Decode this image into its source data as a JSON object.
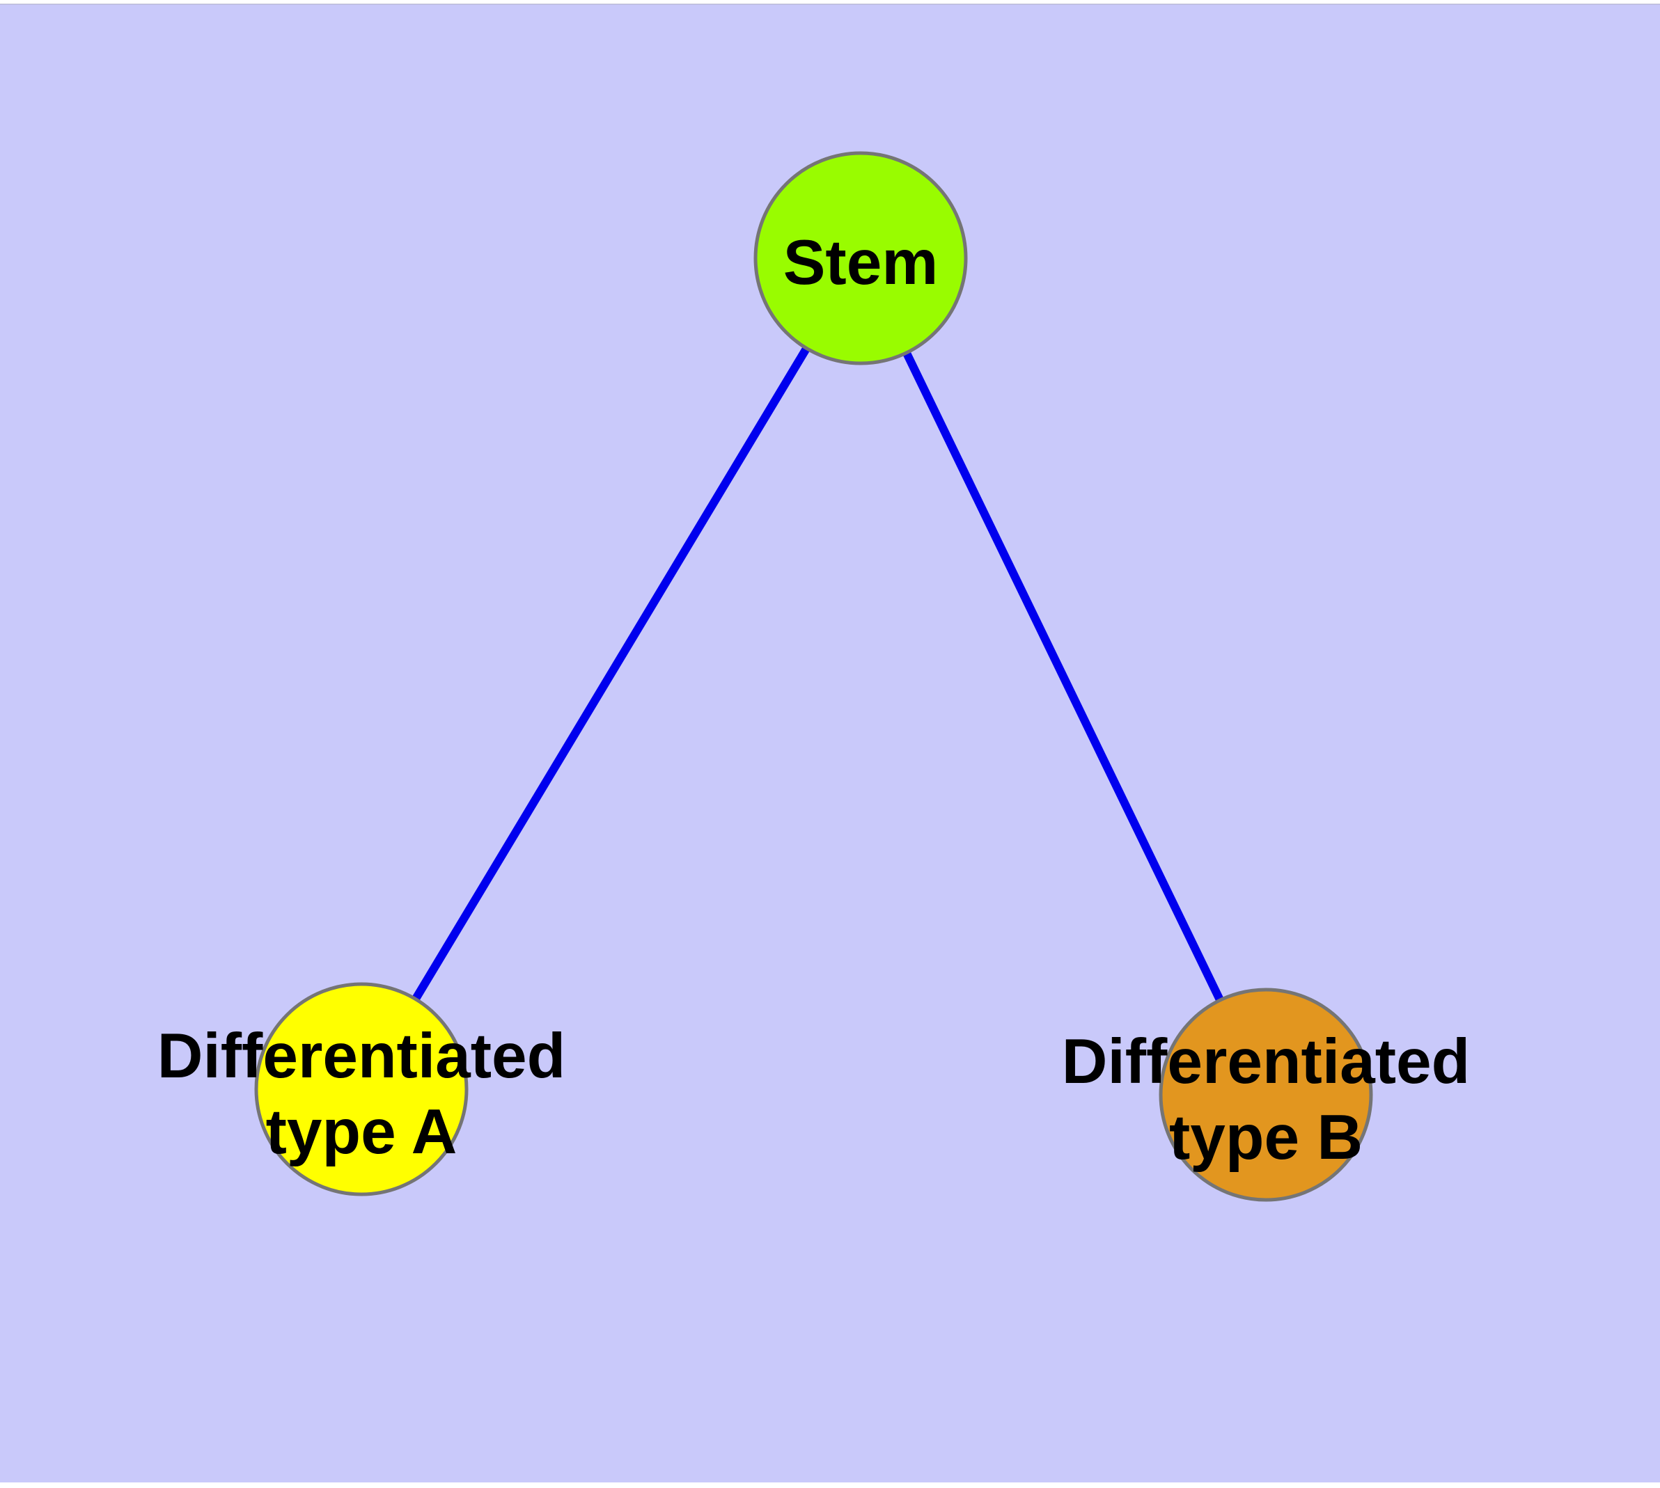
{
  "diagram": {
    "background_color": "#C9C9FA",
    "page_margin_color": "#FFFFFF",
    "edge_color": "#0000EE",
    "node_border_color": "#757575",
    "label_color": "#000000",
    "nodes": [
      {
        "id": "stem",
        "label": "Stem",
        "fill": "#99FC00"
      },
      {
        "id": "differentiated-type-a",
        "label_line1": "Differentiated",
        "label_line2": "type A",
        "fill": "#FFFF00"
      },
      {
        "id": "differentiated-type-b",
        "label_line1": "Differentiated",
        "label_line2": "type B",
        "fill": "#E2961F"
      }
    ],
    "edges": [
      {
        "from": "Stem",
        "to": "Differentiated type A"
      },
      {
        "from": "Stem",
        "to": "Differentiated type B"
      }
    ]
  }
}
